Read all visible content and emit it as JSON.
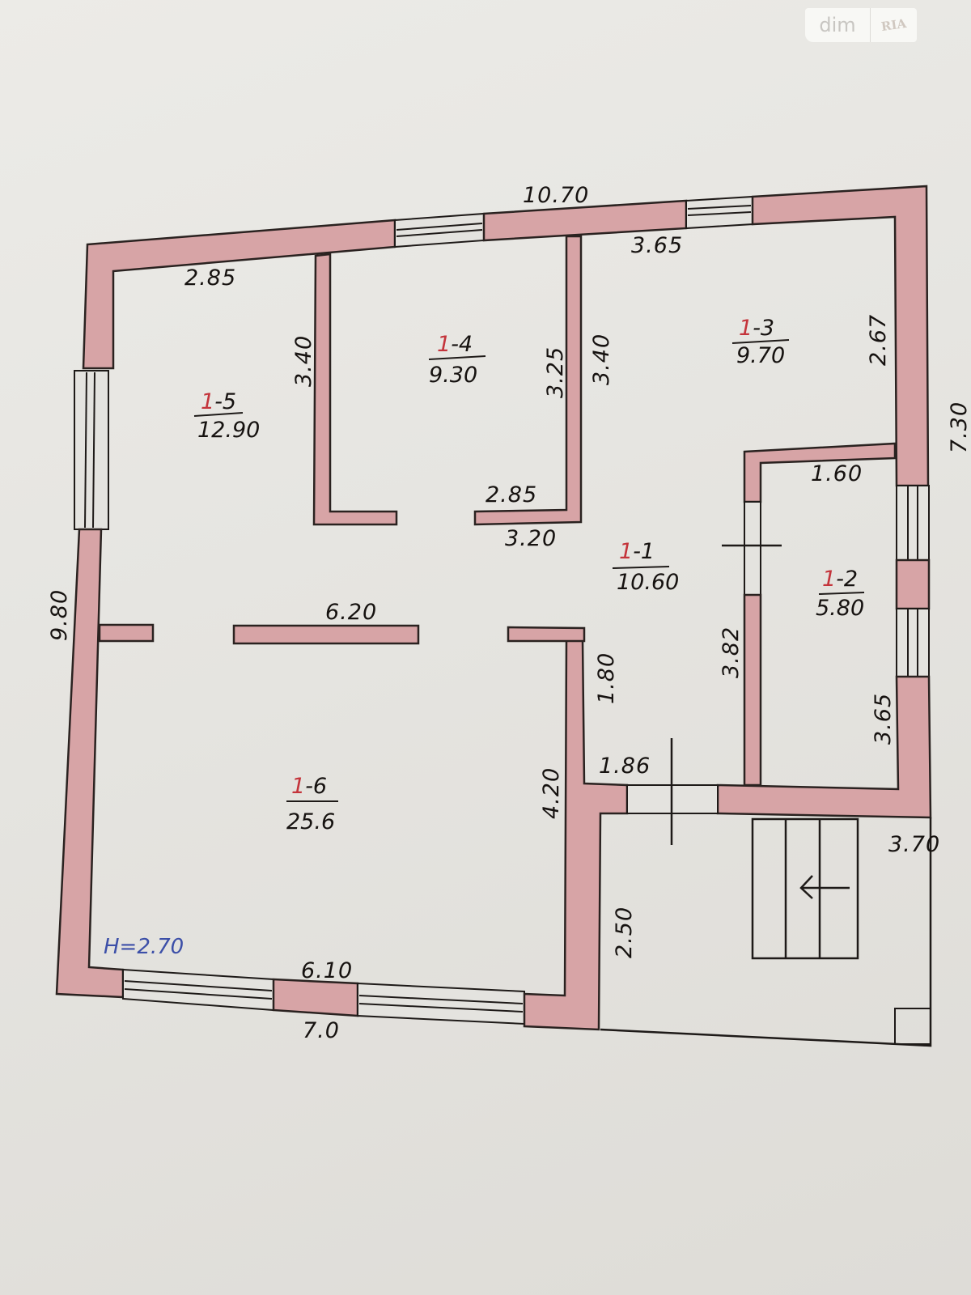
{
  "watermark": {
    "brand": "dim",
    "brand2": "RIA"
  },
  "plan": {
    "ceiling_height": "H=2.70",
    "colors": {
      "wall": "#d7a4a6",
      "line": "#1e1a18",
      "room_prefix": "#c4343b",
      "height_note": "#3c4fa8"
    },
    "rooms": [
      {
        "id": "1-1",
        "prefix": "1",
        "num": "-1",
        "area": "10.60"
      },
      {
        "id": "1-2",
        "prefix": "1",
        "num": "-2",
        "area": "5.80"
      },
      {
        "id": "1-3",
        "prefix": "1",
        "num": "-3",
        "area": "9.70"
      },
      {
        "id": "1-4",
        "prefix": "1",
        "num": "-4",
        "area": "9.30"
      },
      {
        "id": "1-5",
        "prefix": "1",
        "num": "-5",
        "area": "12.90"
      },
      {
        "id": "1-6",
        "prefix": "1",
        "num": "-6",
        "area": "25.6"
      }
    ],
    "dimensions": {
      "overall_top": "10.70",
      "overall_left": "9.80",
      "overall_right": "7.30",
      "overall_bottom": "7.0",
      "room5_width": "2.85",
      "room5_height": "3.40",
      "room4_height": "3.25",
      "room4_bottom": "2.85",
      "room4_partition": "3.20",
      "room3_width": "3.65",
      "room3_left": "3.40",
      "room3_right": "2.67",
      "room2_width": "1.60",
      "room2_left": "3.82",
      "room2_right": "3.65",
      "hall_partition": "6.20",
      "hall_right": "1.80",
      "room6_right": "4.20",
      "room6_bottom": "6.10",
      "door_width": "1.86",
      "porch_left": "2.50",
      "porch_right": "3.70"
    }
  }
}
